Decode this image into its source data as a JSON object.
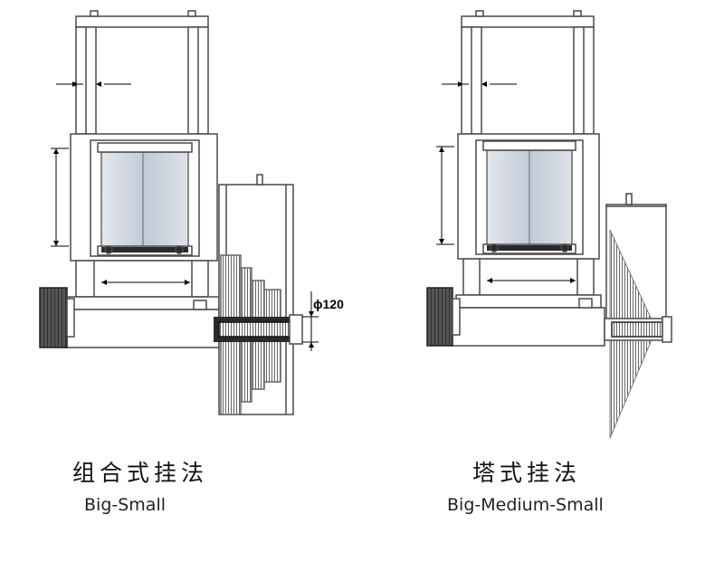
{
  "left": {
    "title_cn": "组合式挂法",
    "title_en": "Big-Small",
    "dimension_label": "ϕ120"
  },
  "right": {
    "title_cn": "塔式挂法",
    "title_en": "Big-Medium-Small"
  },
  "colors": {
    "line": "#4a4a4a",
    "glass": "#c9d0da",
    "dark": "#2a2a2a"
  }
}
